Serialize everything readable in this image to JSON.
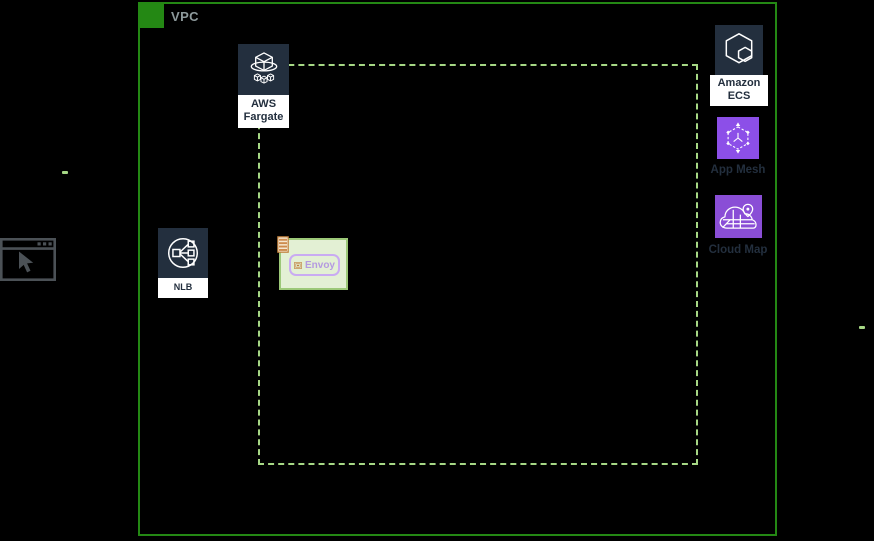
{
  "vpc": {
    "label": "VPC"
  },
  "nodes": {
    "fargate": {
      "line1": "AWS",
      "line2": "Fargate"
    },
    "nlb": {
      "label": "NLB"
    },
    "ecs": {
      "line1": "Amazon",
      "line2": "ECS"
    },
    "app_mesh": {
      "label": "App Mesh"
    },
    "cloud_map": {
      "label": "Cloud Map"
    },
    "envoy": {
      "label": "Envoy"
    }
  },
  "colors": {
    "background": "#000000",
    "vpc_border_green": "#248814",
    "task_boundary_dash_green": "#a6d785",
    "aws_icon_navy": "#232f3e",
    "app_mesh_purple": "#8c4fe8",
    "cloud_map_purple": "#8a4ed6",
    "label_dark_navy": "#232f3e",
    "vpc_label_gray": "#8d999b",
    "envoy_box_fill": "#e3f0d4",
    "envoy_box_border": "#9cc878",
    "envoy_pill_purple": "#c9abf2",
    "envoy_text_purple": "#b49ae0",
    "task_icon_orange": "#c07f3c",
    "client_icon_gray": "#4b5156"
  }
}
